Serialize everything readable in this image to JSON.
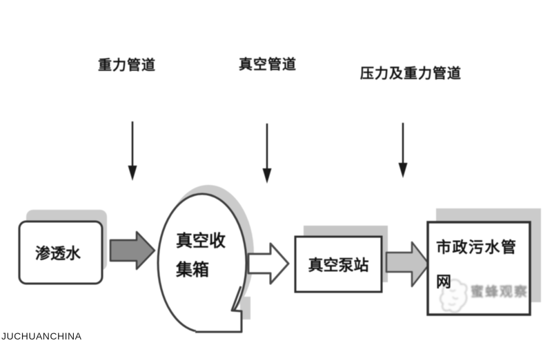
{
  "diagram": {
    "title_context": "vacuum-sewage-flow-diagram",
    "pipe_labels": {
      "gravity": "重力管道",
      "vacuum": "真空管道",
      "pressure_gravity": "压力及重力管道"
    },
    "nodes": {
      "seepage": {
        "label": "渗透水"
      },
      "collector": {
        "line1": "真空收",
        "line2": "集箱"
      },
      "pump_station": {
        "label": "真空泵站"
      },
      "municipal": {
        "line1": "市政污水管",
        "line2": "网"
      }
    },
    "flow_sequence": [
      "渗透水",
      "真空收集箱",
      "真空泵站",
      "市政污水管网"
    ]
  },
  "watermark": {
    "text": "蜜蜂观察"
  },
  "footer": {
    "brand": "JUCHUANCHINA"
  },
  "colors": {
    "background": "#ffffff",
    "outline": "#333333",
    "shadow_gray": "#cbcbcb",
    "arrow_dark_fill": "#8b8b8b",
    "arrow_white_fill": "#ffffff",
    "arrow_light_fill": "#c3c3c3",
    "text": "#111111",
    "watermark_gray": "#8f8f8f"
  }
}
